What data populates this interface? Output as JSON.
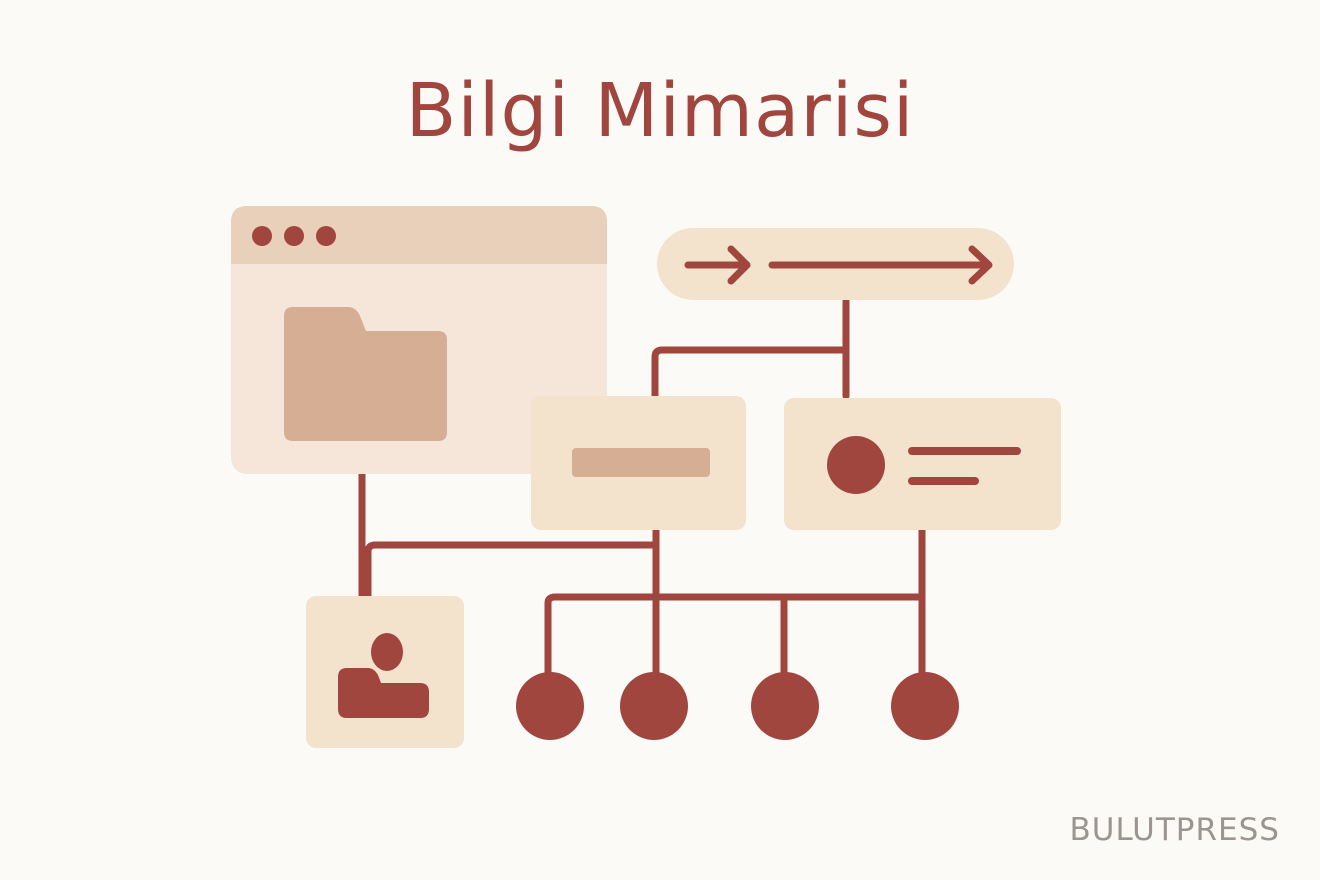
{
  "title": "Bilgi Mimarisi",
  "watermark": "BULUTPRESS",
  "colors": {
    "background": "#FCFAF6",
    "accent": "#A1453F",
    "card": "#F3E2CC",
    "window_panel": "#F5E6D9",
    "window_bar": "#E8D0BA",
    "tan": "#D6AE93",
    "watermark": "#9A9591"
  },
  "icons": {
    "browser_window": "browser-window-icon",
    "folder": "folder-icon",
    "arrow_bar": "arrow-bar",
    "user": "user-icon",
    "leaf_nodes": "circle-node"
  }
}
